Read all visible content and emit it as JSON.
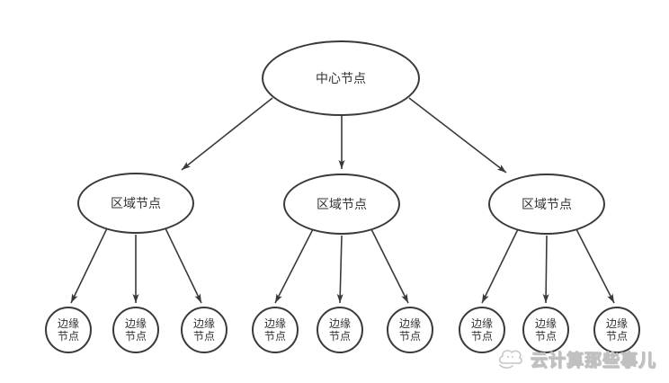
{
  "diagram": {
    "title": "edge-computing-topology",
    "root": {
      "label": "中心节点"
    },
    "regions": [
      {
        "label": "区域节点"
      },
      {
        "label": "区域节点"
      },
      {
        "label": "区域节点"
      }
    ],
    "edges": [
      {
        "label": "边缘\n节点"
      },
      {
        "label": "边缘\n节点"
      },
      {
        "label": "边缘\n节点"
      },
      {
        "label": "边缘\n节点"
      },
      {
        "label": "边缘\n节点"
      },
      {
        "label": "边缘\n节点"
      },
      {
        "label": "边缘\n节点"
      },
      {
        "label": "边缘\n节点"
      },
      {
        "label": "边缘\n节点"
      }
    ]
  },
  "watermark": {
    "text": "云计算那些事儿",
    "icon": "cloud-doodle-icon"
  },
  "colors": {
    "stroke": "#3a3a3a",
    "text": "#333333",
    "background": "#ffffff",
    "watermark": "#c6c6c6"
  }
}
